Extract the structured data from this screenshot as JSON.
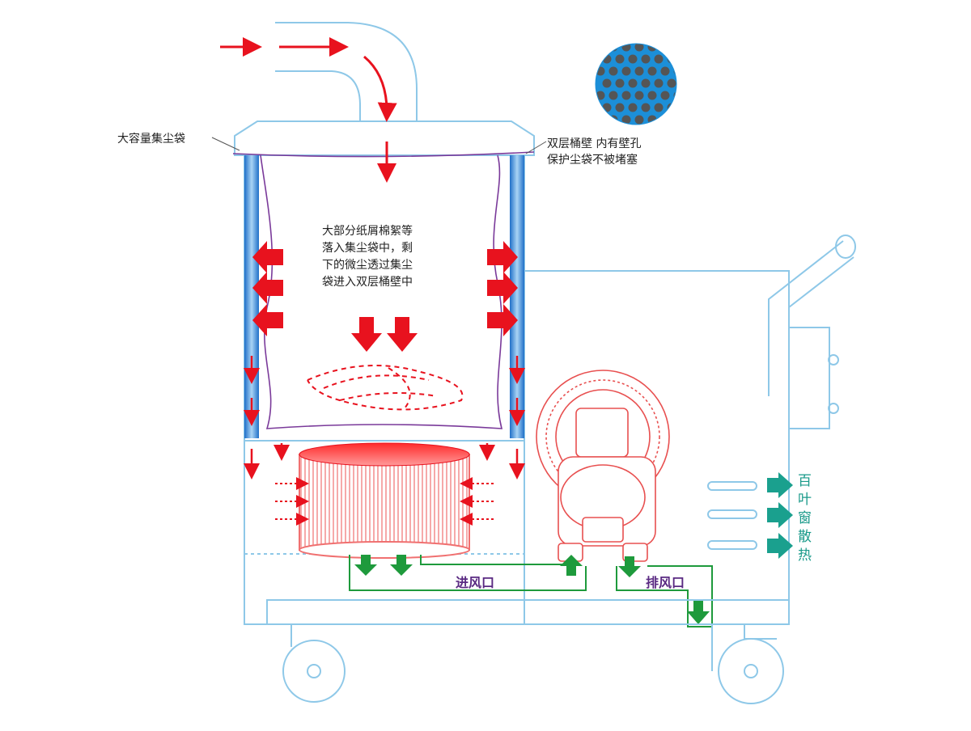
{
  "labels": {
    "dust_bag": "大容量集尘袋",
    "double_wall": [
      "双层桶壁  内有壁孔",
      "保护尘袋不被堵塞"
    ],
    "description": [
      "大部分纸屑棉絮等",
      "落入集尘袋中，剩",
      "下的微尘透过集尘",
      "袋进入双层桶壁中"
    ],
    "air_inlet": "进风口",
    "air_outlet": "排风口",
    "louver_cooling": "百叶窗散热"
  },
  "colors": {
    "outline": "#8ec8e8",
    "airflow_red": "#e8121e",
    "exhaust_green": "#1e9a3c",
    "cooling_teal": "#1aa08e",
    "bag_purple": "#7a3a9a",
    "wall_blue": "#2d7fd0",
    "mesh_blue": "#1c8fd8",
    "mesh_dots": "#555555"
  }
}
